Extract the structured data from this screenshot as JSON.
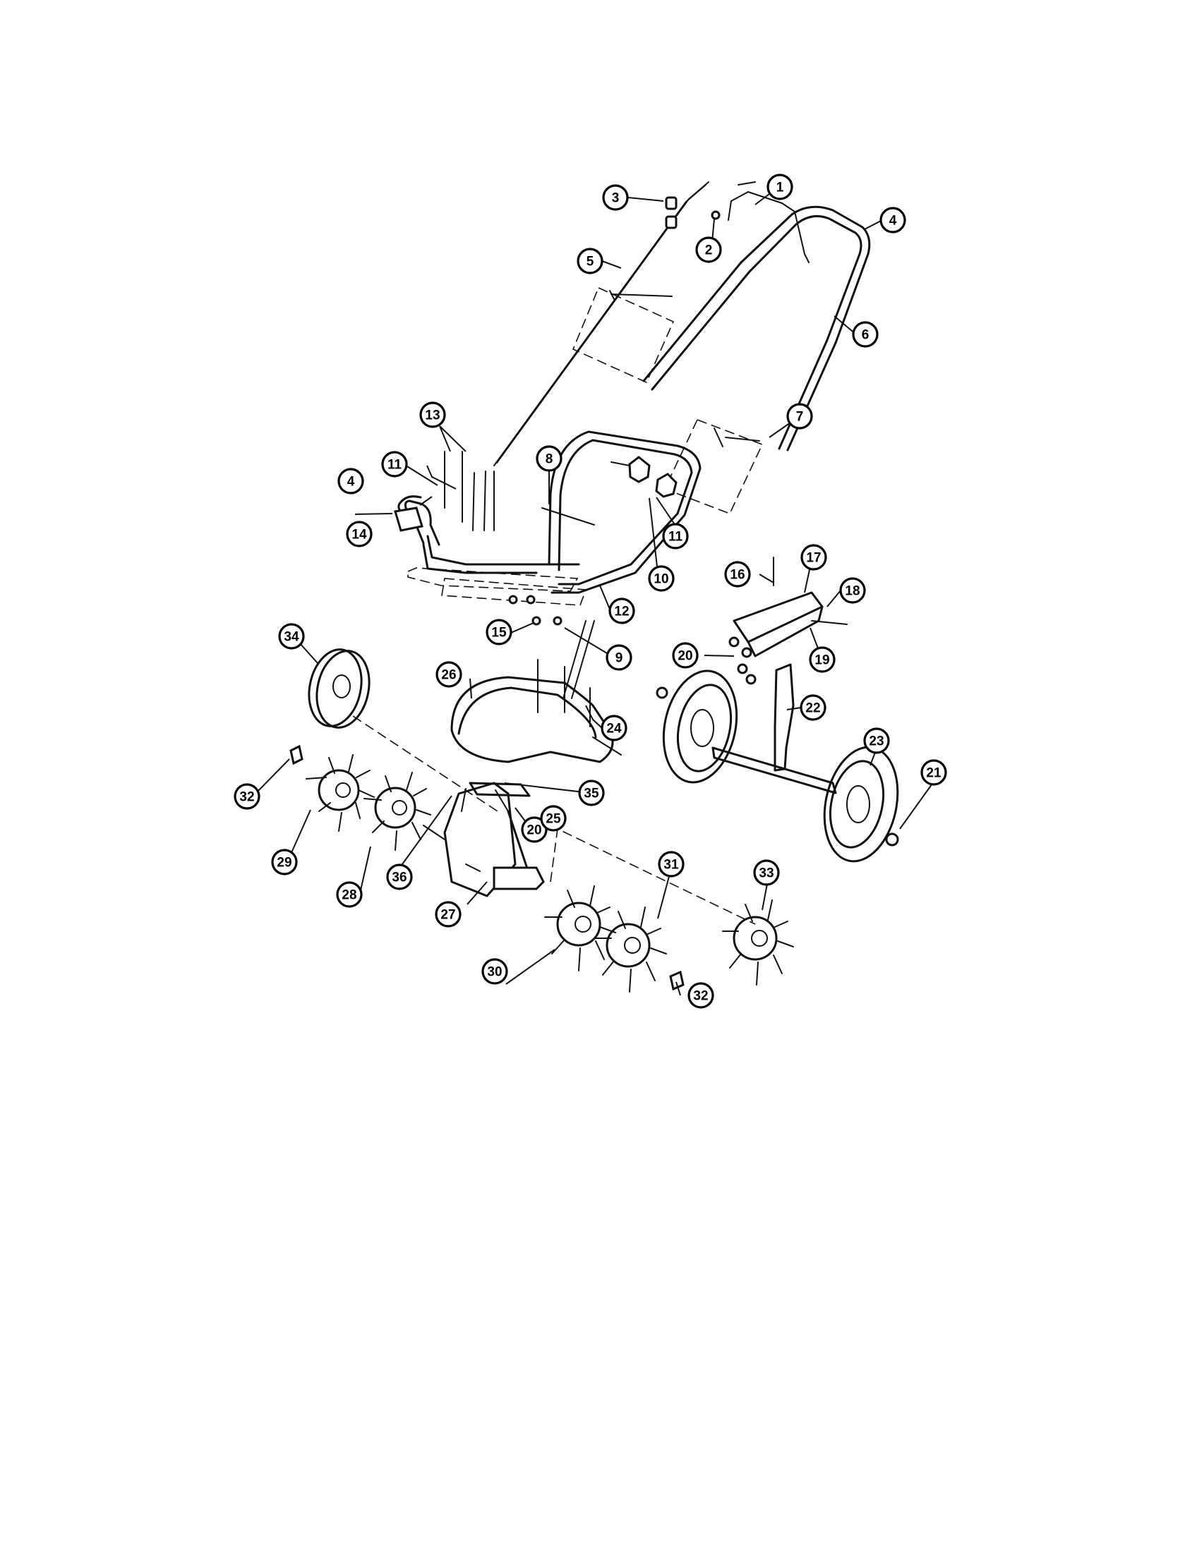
{
  "callouts": [
    {
      "id": "c1",
      "label": "1"
    },
    {
      "id": "c2",
      "label": "2"
    },
    {
      "id": "c3",
      "label": "3"
    },
    {
      "id": "c4a",
      "label": "4"
    },
    {
      "id": "c4b",
      "label": "4"
    },
    {
      "id": "c5",
      "label": "5"
    },
    {
      "id": "c6",
      "label": "6"
    },
    {
      "id": "c7",
      "label": "7"
    },
    {
      "id": "c8",
      "label": "8"
    },
    {
      "id": "c9",
      "label": "9"
    },
    {
      "id": "c10",
      "label": "10"
    },
    {
      "id": "c11a",
      "label": "11"
    },
    {
      "id": "c11b",
      "label": "11"
    },
    {
      "id": "c12",
      "label": "12"
    },
    {
      "id": "c13",
      "label": "13"
    },
    {
      "id": "c14",
      "label": "14"
    },
    {
      "id": "c15",
      "label": "15"
    },
    {
      "id": "c16",
      "label": "16"
    },
    {
      "id": "c17",
      "label": "17"
    },
    {
      "id": "c18",
      "label": "18"
    },
    {
      "id": "c19",
      "label": "19"
    },
    {
      "id": "c20a",
      "label": "20"
    },
    {
      "id": "c20b",
      "label": "20"
    },
    {
      "id": "c21",
      "label": "21"
    },
    {
      "id": "c22",
      "label": "22"
    },
    {
      "id": "c23",
      "label": "23"
    },
    {
      "id": "c24",
      "label": "24"
    },
    {
      "id": "c25",
      "label": "25"
    },
    {
      "id": "c26",
      "label": "26"
    },
    {
      "id": "c27",
      "label": "27"
    },
    {
      "id": "c28",
      "label": "28"
    },
    {
      "id": "c29",
      "label": "29"
    },
    {
      "id": "c30",
      "label": "30"
    },
    {
      "id": "c31",
      "label": "31"
    },
    {
      "id": "c32a",
      "label": "32"
    },
    {
      "id": "c32b",
      "label": "32"
    },
    {
      "id": "c33",
      "label": "33"
    },
    {
      "id": "c34",
      "label": "34"
    },
    {
      "id": "c35",
      "label": "35"
    },
    {
      "id": "c36",
      "label": "36"
    }
  ]
}
